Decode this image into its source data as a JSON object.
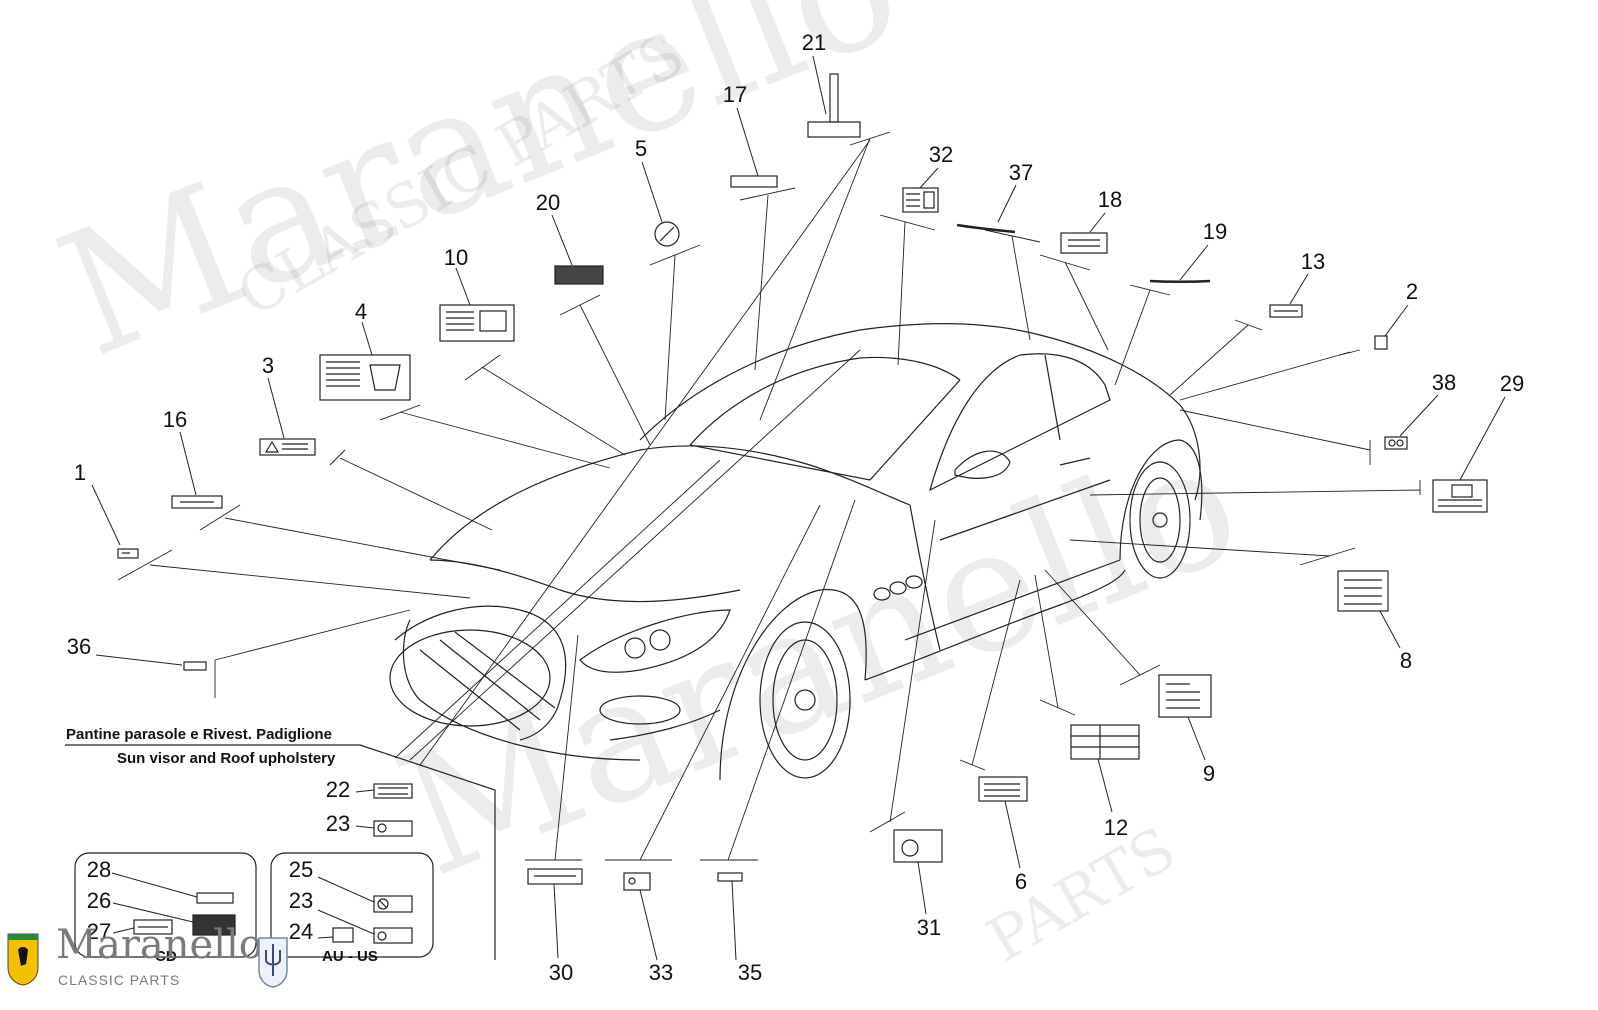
{
  "callouts": [
    {
      "id": "c1",
      "label": "1"
    },
    {
      "id": "c2",
      "label": "2"
    },
    {
      "id": "c3",
      "label": "3"
    },
    {
      "id": "c4",
      "label": "4"
    },
    {
      "id": "c5",
      "label": "5"
    },
    {
      "id": "c6",
      "label": "6"
    },
    {
      "id": "c8",
      "label": "8"
    },
    {
      "id": "c9",
      "label": "9"
    },
    {
      "id": "c10",
      "label": "10"
    },
    {
      "id": "c12",
      "label": "12"
    },
    {
      "id": "c13",
      "label": "13"
    },
    {
      "id": "c16",
      "label": "16"
    },
    {
      "id": "c17",
      "label": "17"
    },
    {
      "id": "c18",
      "label": "18"
    },
    {
      "id": "c19",
      "label": "19"
    },
    {
      "id": "c20",
      "label": "20"
    },
    {
      "id": "c21",
      "label": "21"
    },
    {
      "id": "c22",
      "label": "22"
    },
    {
      "id": "c23a",
      "label": "23"
    },
    {
      "id": "c23b",
      "label": "23"
    },
    {
      "id": "c24",
      "label": "24"
    },
    {
      "id": "c25",
      "label": "25"
    },
    {
      "id": "c26",
      "label": "26"
    },
    {
      "id": "c27",
      "label": "27"
    },
    {
      "id": "c28",
      "label": "28"
    },
    {
      "id": "c29",
      "label": "29"
    },
    {
      "id": "c30",
      "label": "30"
    },
    {
      "id": "c31",
      "label": "31"
    },
    {
      "id": "c32",
      "label": "32"
    },
    {
      "id": "c33",
      "label": "33"
    },
    {
      "id": "c35",
      "label": "35"
    },
    {
      "id": "c36",
      "label": "36"
    },
    {
      "id": "c37",
      "label": "37"
    },
    {
      "id": "c38",
      "label": "38"
    }
  ],
  "caption": {
    "line1": "Pantine parasole e Rivest. Padiglione",
    "line2": "Sun visor and Roof upholstery"
  },
  "groups": {
    "left_label": "CD",
    "right_label": "AU - US"
  },
  "watermark": {
    "brand": "Maranello",
    "tagline": "CLASSIC PARTS",
    "big_word": "Maranello",
    "parts_word": "PARTS",
    "classic_word": "CLASSIC PARTS"
  },
  "logo": {
    "brand": "Maranello",
    "tagline": "CLASSIC PARTS"
  },
  "colors": {
    "line": "#222222",
    "watermark": "#000000",
    "brand_text": "#7a7a7a"
  }
}
